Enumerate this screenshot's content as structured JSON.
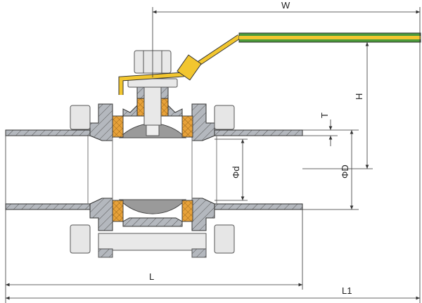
{
  "title": "3-piece ball valve cross-section",
  "dimensions": {
    "W": "W",
    "H": "H",
    "T": "T",
    "d": "Φd",
    "D": "ΦD",
    "L": "L",
    "L1": "L1"
  },
  "colors": {
    "body": "#b4b8be",
    "seat": "#e8a23a",
    "handle": "#f2c62f",
    "grip": "#4a9a3a",
    "ball": "#9a9a9a",
    "bolt": "#e4e4e4"
  }
}
